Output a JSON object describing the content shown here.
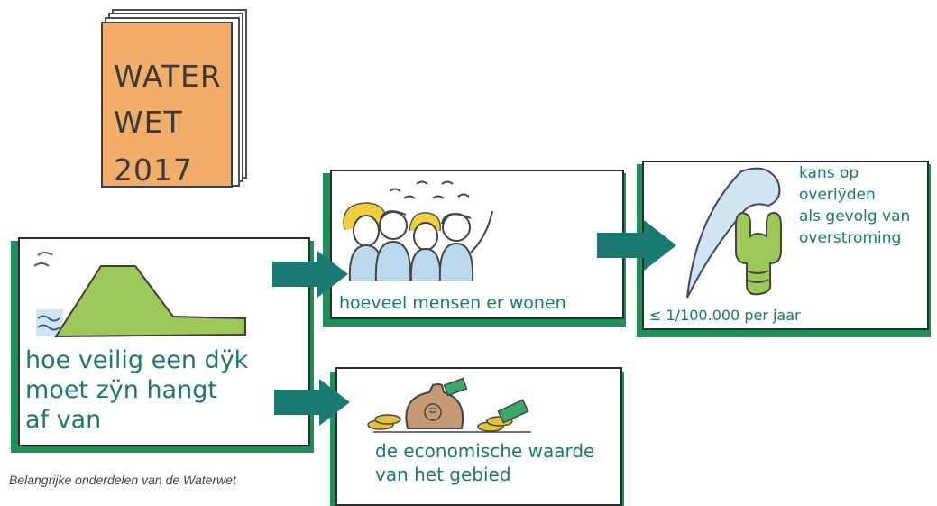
{
  "book": {
    "line1": "WATER",
    "line2": "WET",
    "line3": "2017",
    "color": "#f2ad6a"
  },
  "cards": {
    "dijk": {
      "line1": "hoe veilig een dÿk",
      "line2": "moet zÿn hangt",
      "line3": "af van"
    },
    "mensen": {
      "text": "hoeveel mensen er wonen"
    },
    "kans": {
      "line1": "kans op",
      "line2": "overlÿden",
      "line3": "als gevolg van",
      "line4": "overstroming",
      "bottom": "≤ 1/100.000 per jaar"
    },
    "economie": {
      "line1": "de economische waarde",
      "line2": "van het gebied"
    }
  },
  "caption": "Belangrijke onderdelen van de Waterwet",
  "colors": {
    "accent": "#1f8f58",
    "arrow": "#1a7a72",
    "text": "#1c7a6c",
    "grass": "#9cc95a"
  }
}
